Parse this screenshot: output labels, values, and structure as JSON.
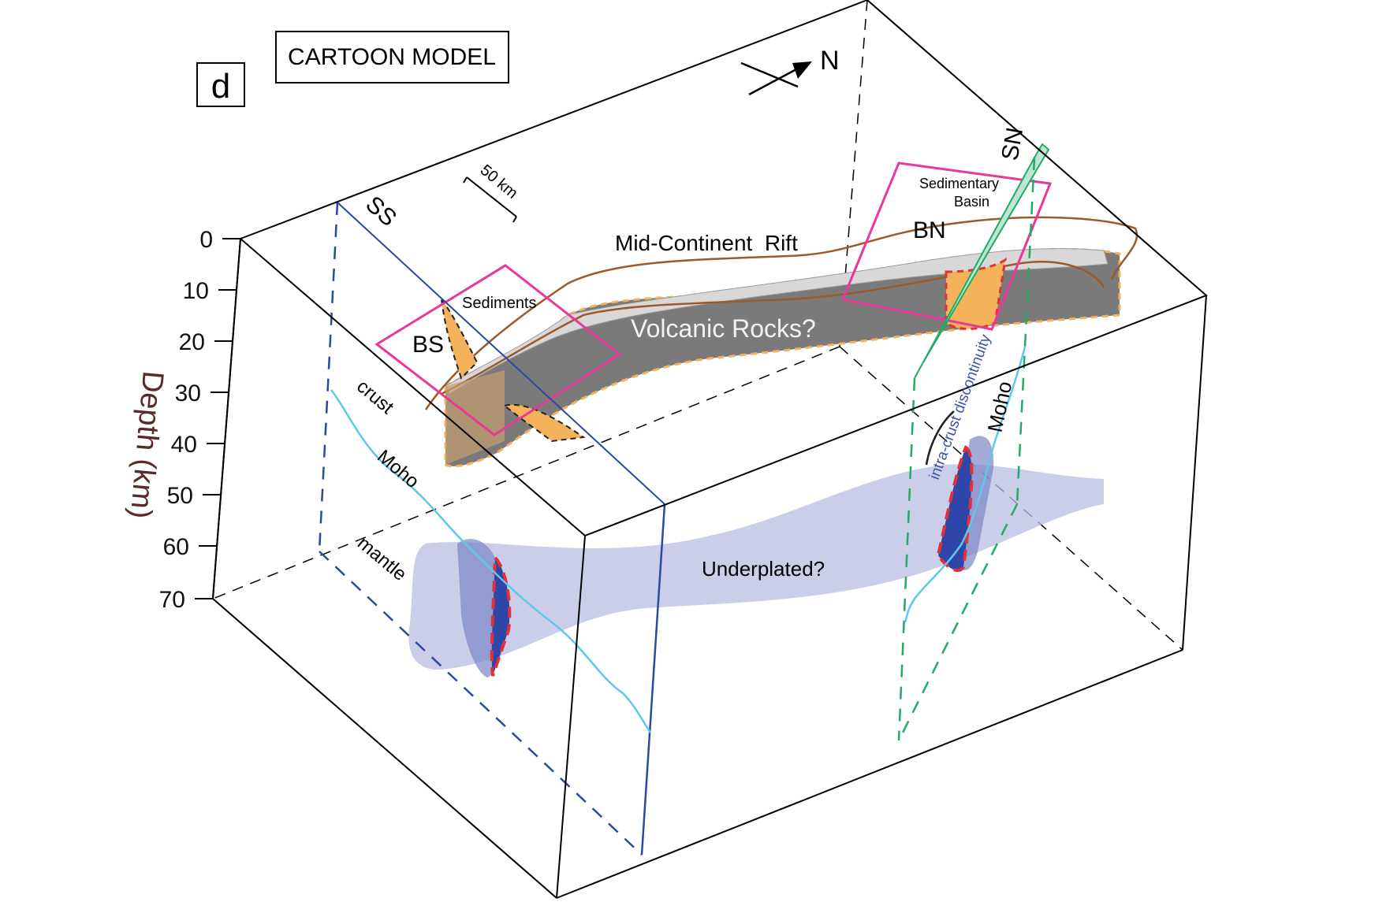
{
  "panel": {
    "letter": "d",
    "title": "CARTOON MODEL"
  },
  "compass": {
    "label": "N"
  },
  "scale_bar": {
    "label": "50 km"
  },
  "depth_axis": {
    "title": "Depth (km)",
    "ticks": [
      "0",
      "10",
      "20",
      "30",
      "40",
      "50",
      "60",
      "70"
    ]
  },
  "profiles": {
    "south": "SS",
    "north": "SN"
  },
  "labels": {
    "mid_continent_rift": "Mid-Continent  Rift",
    "volcanic_rocks": "Volcanic Rocks?",
    "underplated": "Underplated?",
    "sediments": "Sediments",
    "bs": "BS",
    "bn": "BN",
    "sedimentary_basin_line1": "Sedimentary",
    "sedimentary_basin_line2": "Basin",
    "crust": "crust",
    "moho_left": "Moho",
    "mantle": "mantle",
    "moho_right": "Moho",
    "intra_crust": "intra-crust discontinuity"
  },
  "colors": {
    "rift_outline": "#9a5a2a",
    "volcanic_fill": "#7a7a7a",
    "sediment_fill": "#f4b25a",
    "basin_box": "#e8399a",
    "south_profile": "#2a4aa0",
    "north_profile": "#22aa66",
    "moho_line": "#5fc8e8",
    "underplate_fill": "#b8bde0",
    "intrusion_fill": "#2d46a8",
    "intrusion_outline": "#e0303a",
    "intra_crust_text": "#3a52b0"
  }
}
